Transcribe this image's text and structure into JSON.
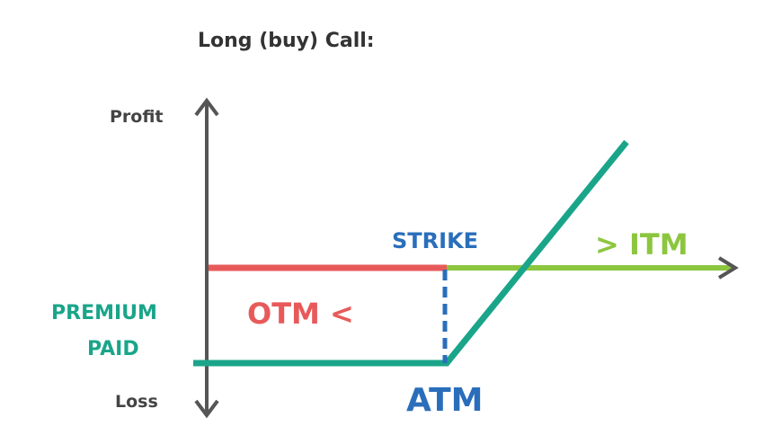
{
  "title": "Long (buy) Call:",
  "axis": {
    "profit_label": "Profit",
    "loss_label": "Loss"
  },
  "labels": {
    "premium_line1": "PREMIUM",
    "premium_line2": "PAID",
    "strike": "STRIKE",
    "itm": "> ITM",
    "otm": "OTM <",
    "atm": "ATM"
  },
  "colors": {
    "axis": "#555555",
    "otm": "#e85a5a",
    "itm": "#8cc63f",
    "payoff": "#1aa58a",
    "strike": "#2a6ebb",
    "title": "#333333"
  }
}
